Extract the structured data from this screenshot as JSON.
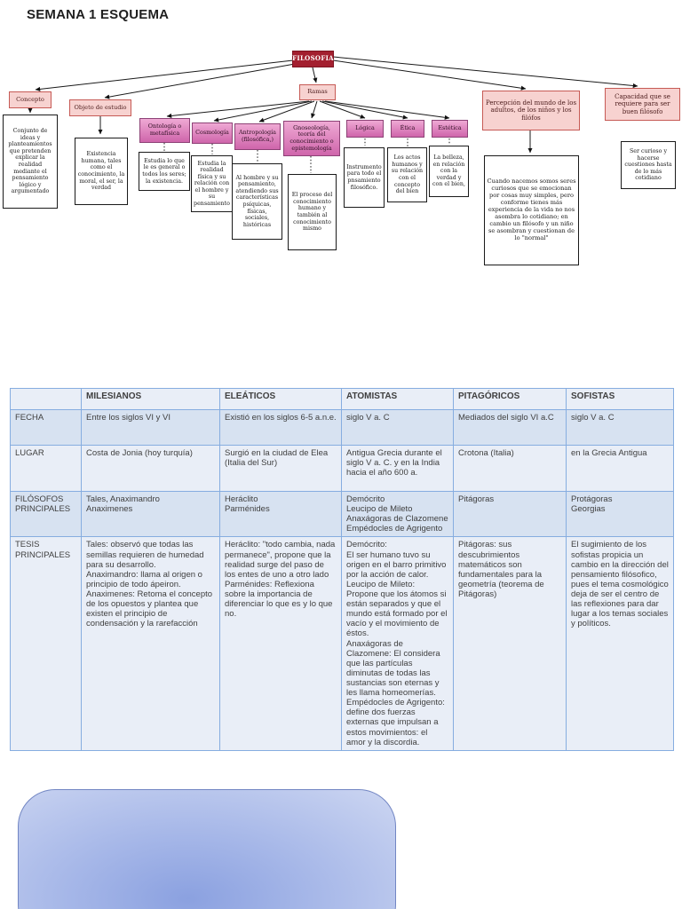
{
  "page": {
    "title": "SEMANA 1 ESQUEMA"
  },
  "colors": {
    "root_red": "#A31F2F",
    "pink_light": "#F7D2D0",
    "pink_gradient_top": "#EFA9D4",
    "pink_gradient_bottom": "#CF65AB",
    "table_border": "#86ADE0",
    "table_band": "#D7E2F1",
    "blue_shape": "#8BA1E0"
  },
  "diagram": {
    "root_label": "FILOSOFIA",
    "branches_label": "Ramas",
    "concept": {
      "label": "Concepto",
      "desc": "Conjunto de ideas y planteamientos que pretenden explicar la realidad mediante el pensamiento lógico y argumentado"
    },
    "object": {
      "label": "Objeto de estudio",
      "desc": "Existencia humana, tales como el conocimiento, la moral, el ser, la verdad"
    },
    "perception": {
      "label": "Percepción del mundo de los adultos, de los niños y los filófos",
      "desc": "Cuando nacemos somos seres curiosos que se emocionan por cosas muy simples, pero conforme tienes más experiencia de la vida no nos asombra lo cotidiano; en cambio un filósofo y un niño se asombran y cuestionan de lo \"normal\""
    },
    "capacity": {
      "label": "Capacidad que se requiere para ser buen filósofo",
      "desc": "Ser curioso y hacerse cuestiones hasta de lo más cotidiano"
    },
    "branches": [
      {
        "label": "Ontología o metafísica",
        "desc": "Estudia lo que le es general o todos los seres; la existencia."
      },
      {
        "label": "Cosmología",
        "desc": "Estudia la realidad física y su relación con el hombre y su pensamiento"
      },
      {
        "label": "Antropología (filosófica,)",
        "desc": "Al hombre y su pensamiento, atendiendo sus características psíquicas, físicas, sociales, históricas"
      },
      {
        "label": "Gnoseología, teoría del conocimiento o epistemología",
        "desc": "El proceso del conocimiento humano y también al conocimiento mismo"
      },
      {
        "label": "Lógica",
        "desc": "Instrumento para todo el pnsamiento filosófico."
      },
      {
        "label": "Ética",
        "desc": "Los actos humanos y su relación con el concepto del bien"
      },
      {
        "label": "Estética",
        "desc": "La belleza, en relación con la verdad y con el bien,"
      }
    ]
  },
  "table": {
    "column_headers": [
      "",
      "MILESIANOS",
      "ELEÁTICOS",
      "ATOMISTAS",
      "PITAGÓRICOS",
      "SOFISTAS"
    ],
    "rows": [
      {
        "label": "FECHA",
        "cells": [
          "Entre los siglos VI y VI",
          "Existió en los siglos 6-5 a.n.e.",
          "siglo V a. C",
          "Mediados del siglo VI a.C",
          "siglo V a. C"
        ]
      },
      {
        "label": "LUGAR",
        "cells": [
          "Costa de Jonia (hoy turquía)",
          "Surgió en la ciudad de Elea (Italia del Sur)",
          "Antigua Grecia durante el siglo V a. C. y en la India hacia el año 600 a.",
          "Crotona (Italia)",
          "en la Grecia Antigua"
        ]
      },
      {
        "label": "FILÓSOFOS PRINCIPALES",
        "cells": [
          "Tales, Anaximandro\nAnaximenes",
          "Heráclito\nParménides",
          "Demócrito\nLeucipo de Mileto\nAnaxágoras de Clazomene\nEmpédocles de Agrigento",
          "Pitágoras",
          "Protágoras\nGeorgias"
        ]
      },
      {
        "label": "TESIS PRINCIPALES",
        "cells": [
          "Tales: observó que todas las semillas requieren de humedad para su desarrollo.\nAnaximandro: llama al origen o principio de todo ápeiron.\nAnaximenes: Retoma el concepto de los opuestos y plantea que existen el principio de condensación y la rarefacción",
          "Heráclito: \"todo cambia, nada permanece\", propone que la realidad surge del paso de los entes de uno a otro lado\nParménides: Reflexiona sobre la importancia de diferenciar lo que es y lo que no.",
          "Demócrito:\nEl ser humano tuvo su origen en el barro primitivo por la acción de calor.\nLeucipo de Mileto:\nPropone que los átomos si están separados y que el mundo está formado por el vacío y el movimiento de éstos.\nAnaxágoras de Clazomene: El considera que las partículas diminutas de todas las sustancias son eternas y les llama homeomerías.\nEmpédocles de Agrigento: define dos fuerzas externas que impulsan a estos movimientos: el amor y la discordia.",
          "Pitágoras: sus descubrimientos matemáticos son fundamentales para la geometría (teorema de Pitágoras)",
          "El sugimiento de los sofistas propicia un cambio en la dirección del pensamiento filósofico, pues el tema cosmológico deja de ser el centro de las reflexiones para dar lugar a los temas sociales y políticos."
        ]
      }
    ]
  }
}
